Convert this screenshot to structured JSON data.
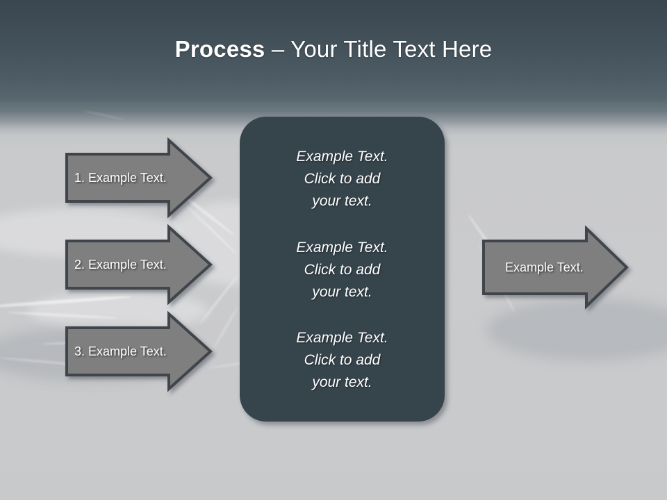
{
  "slide": {
    "title_bold": "Process",
    "title_rest": " – Your Title Text Here",
    "background_top_color": "#3b4750",
    "background_bottom_color": "#c8c9cb"
  },
  "center_panel": {
    "fill_color": "#36444c",
    "blocks": [
      {
        "line1": "Example Text.",
        "line2": "Click  to add",
        "line3": "your text."
      },
      {
        "line1": "Example Text.",
        "line2": "Click  to add",
        "line3": "your text."
      },
      {
        "line1": "Example Text.",
        "line2": "Click  to add",
        "line3": "your text."
      }
    ]
  },
  "arrows": {
    "fill_color": "#7f7f7f",
    "stroke_color": "#3f444b",
    "left": [
      {
        "label": "1. Example Text."
      },
      {
        "label": "2. Example Text."
      },
      {
        "label": "3. Example Text."
      }
    ],
    "right": [
      {
        "label": "Example Text."
      }
    ]
  }
}
